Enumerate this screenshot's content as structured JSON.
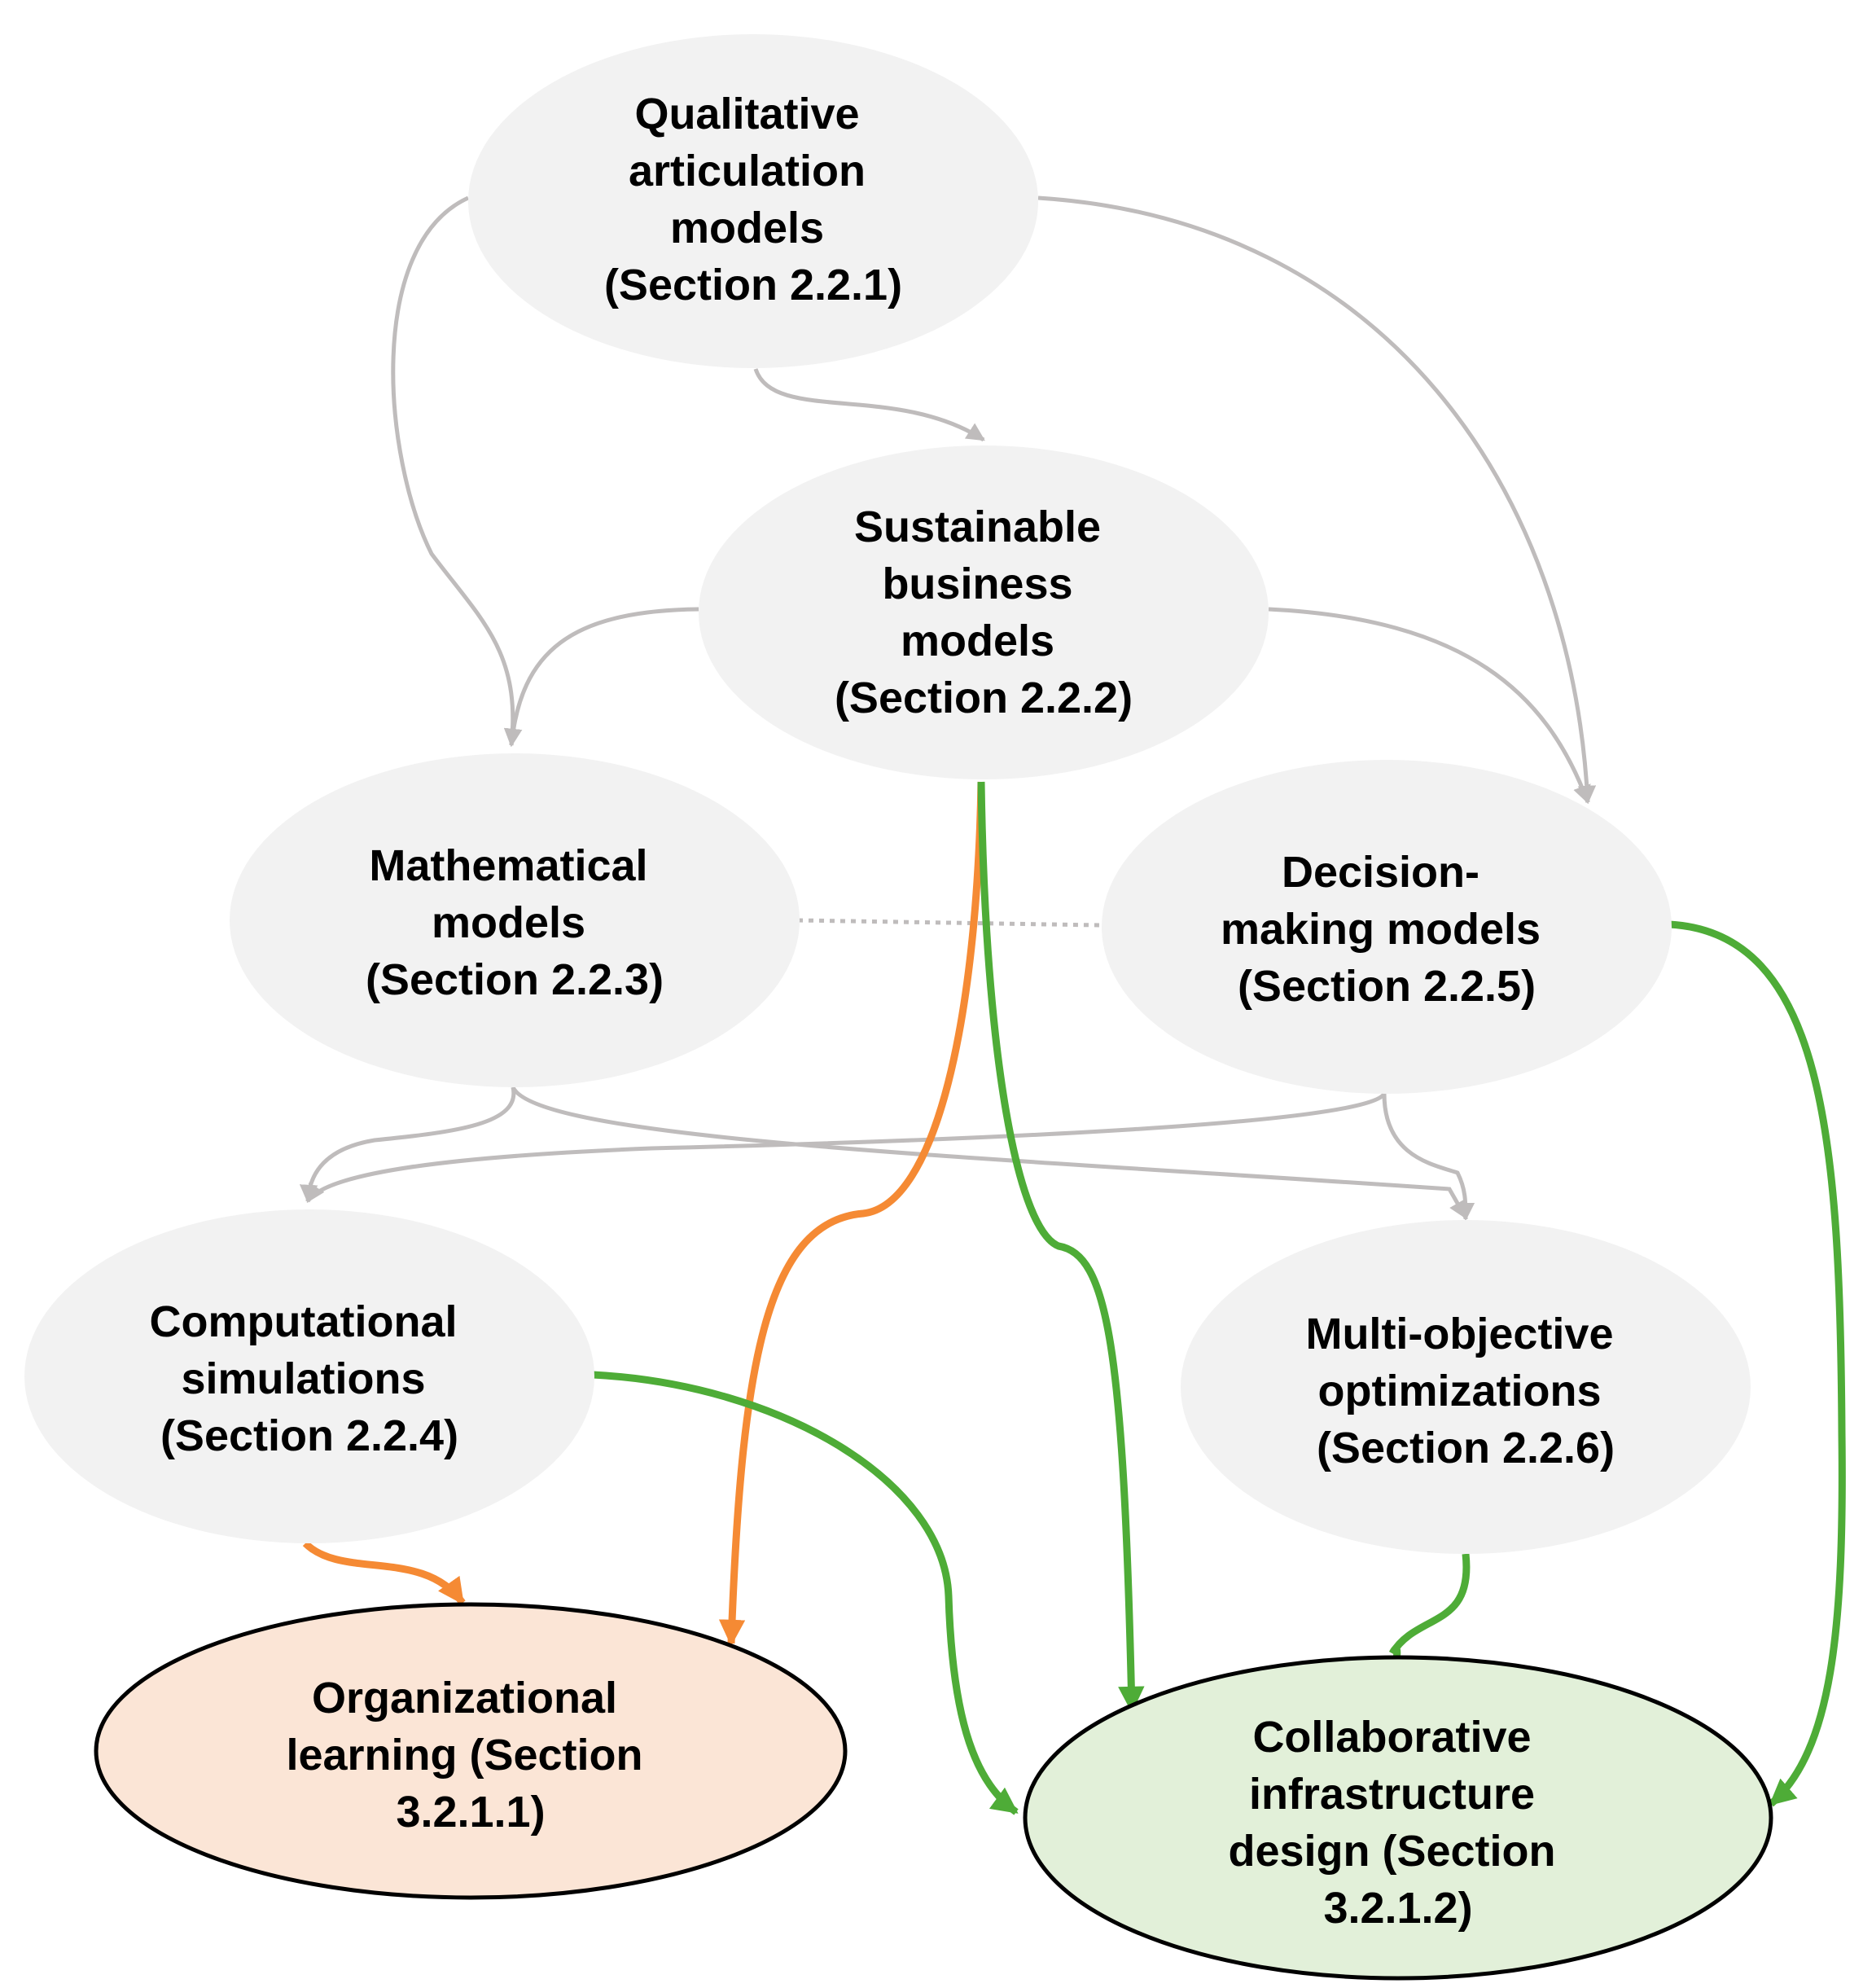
{
  "colors": {
    "node_fill": "#f2f2f2",
    "org_learning_fill": "#fbe5d6",
    "collab_design_fill": "#e2f0d9",
    "edge_grey": "#bfbcbc",
    "edge_green": "#4eac37",
    "edge_orange": "#f58a34"
  },
  "nodes": {
    "qualitative": {
      "lines": [
        "Qualitative",
        "articulation",
        "models",
        "(Section 2.2.1)"
      ]
    },
    "sustainable": {
      "lines": [
        "Sustainable",
        "business",
        "models",
        "(Section 2.2.2)"
      ]
    },
    "mathematical": {
      "lines": [
        "Mathematical",
        "models",
        "(Section 2.2.3)"
      ]
    },
    "decision": {
      "lines": [
        "Decision-",
        "making models",
        "(Section 2.2.5)"
      ]
    },
    "computational": {
      "lines": [
        "Computational",
        "simulations",
        "(Section 2.2.4)"
      ]
    },
    "multiobjective": {
      "lines": [
        "Multi-objective",
        "optimizations",
        "(Section 2.2.6)"
      ]
    },
    "orglearning": {
      "lines": [
        "Organizational",
        "learning (Section",
        "3.2.1.1)"
      ]
    },
    "collab": {
      "lines": [
        "Collaborative",
        "infrastructure",
        "design (Section",
        "3.2.1.2)"
      ]
    }
  },
  "edges": [
    {
      "from": "qualitative",
      "to": "sustainable",
      "style": "grey"
    },
    {
      "from": "qualitative",
      "to": "mathematical",
      "style": "grey"
    },
    {
      "from": "qualitative",
      "to": "decision",
      "style": "grey"
    },
    {
      "from": "sustainable",
      "to": "mathematical",
      "style": "grey"
    },
    {
      "from": "sustainable",
      "to": "decision",
      "style": "grey"
    },
    {
      "from": "mathematical",
      "to": "decision",
      "style": "dotted"
    },
    {
      "from": "mathematical",
      "to": "computational",
      "style": "grey"
    },
    {
      "from": "mathematical",
      "to": "multiobjective",
      "style": "grey"
    },
    {
      "from": "decision",
      "to": "computational",
      "style": "grey"
    },
    {
      "from": "decision",
      "to": "multiobjective",
      "style": "grey"
    },
    {
      "from": "sustainable",
      "to": "orglearning",
      "style": "orange"
    },
    {
      "from": "computational",
      "to": "orglearning",
      "style": "orange"
    },
    {
      "from": "sustainable",
      "to": "collab",
      "style": "green"
    },
    {
      "from": "computational",
      "to": "collab",
      "style": "green"
    },
    {
      "from": "multiobjective",
      "to": "collab",
      "style": "green"
    },
    {
      "from": "decision",
      "to": "collab",
      "style": "green"
    }
  ]
}
